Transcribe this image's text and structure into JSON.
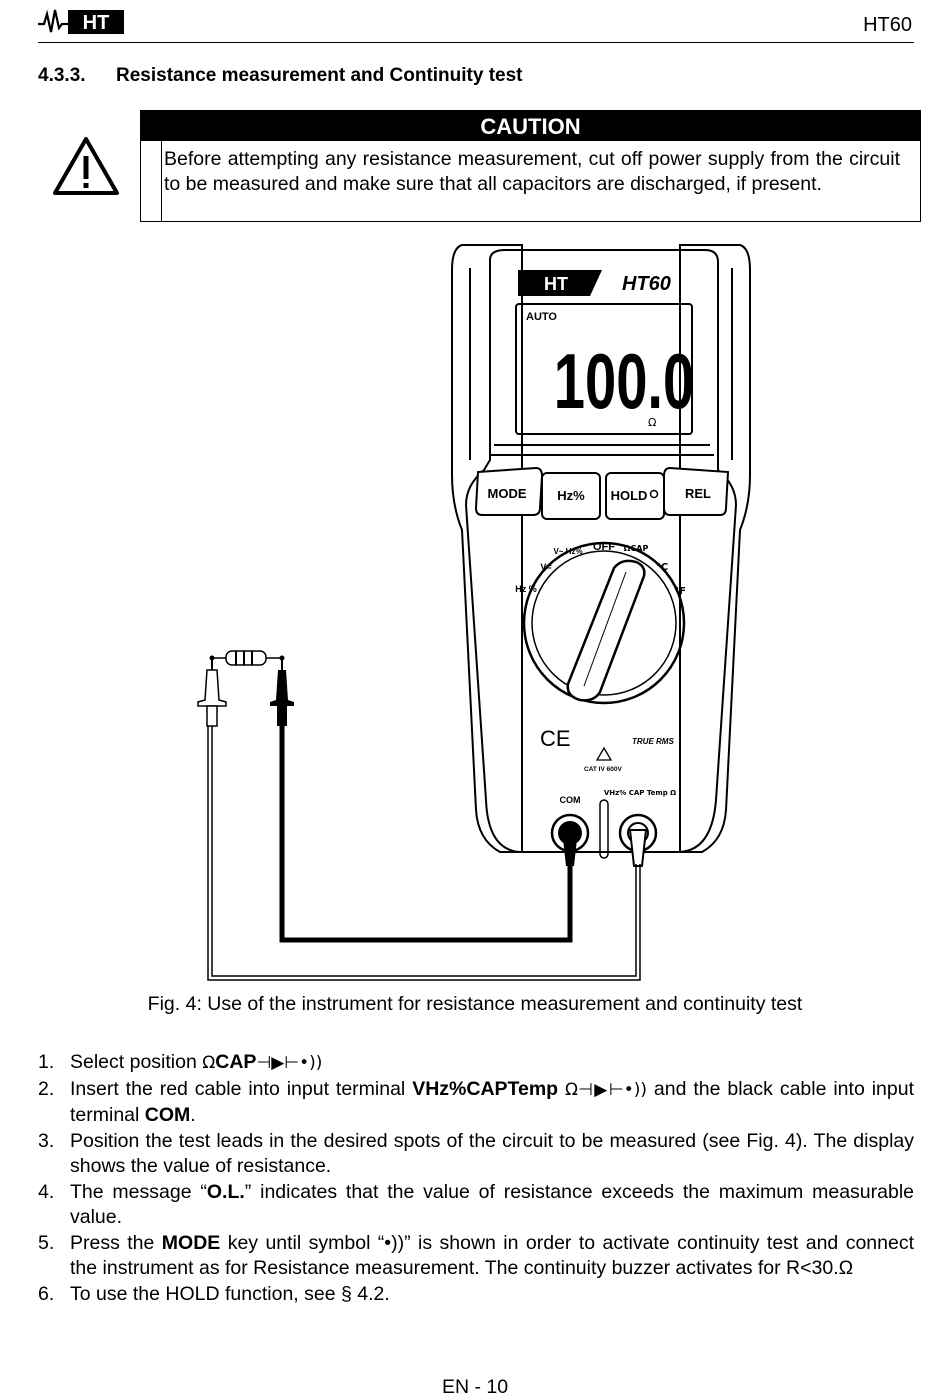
{
  "header": {
    "logo_text": "HT",
    "model": "HT60"
  },
  "section": {
    "number": "4.3.3.",
    "title": "Resistance measurement and Continuity test"
  },
  "caution": {
    "heading": "CAUTION",
    "text": "Before attempting any resistance measurement, cut off power supply from the circuit to be measured and make sure that all capacitors are discharged, if present."
  },
  "figure": {
    "meter": {
      "brand": "HT",
      "model": "HT60",
      "display_mode": "AUTO",
      "display_value": "100.0",
      "display_unit": "Ω",
      "buttons": [
        "MODE",
        "Hz%",
        "HOLD",
        "REL"
      ],
      "dial_positions": [
        "OFF",
        "V~ Hz%",
        "V=",
        "Hz %",
        "ΩCAP",
        "°C",
        "°F"
      ],
      "marks": [
        "CE",
        "TRUE RMS",
        "CAT IV 600V"
      ],
      "terminals": [
        "COM",
        "VHz% CAP Temp Ω"
      ]
    },
    "caption": "Fig. 4: Use of the instrument for resistance measurement and continuity test"
  },
  "steps": [
    {
      "n": "1.",
      "t1": "Select position ",
      "sym1": "Ω",
      "b1": "CAP",
      "sym2": "⊣▶⊢•))",
      "t2": "",
      "b2": "",
      "t3": ""
    },
    {
      "n": "2.",
      "t1": "Insert the red cable into input terminal ",
      "sym1": "",
      "b1": "VHz%CAPTemp",
      "sym2": " Ω⊣▶⊢•))",
      "t2": " and the black cable into input terminal ",
      "b2": "COM",
      "t3": "."
    },
    {
      "n": "3.",
      "t1": "Position the test leads in the desired spots of the circuit to be measured (see Fig. 4). The display shows the value of resistance.",
      "sym1": "",
      "b1": "",
      "sym2": "",
      "t2": "",
      "b2": "",
      "t3": ""
    },
    {
      "n": "4.",
      "t1": "The message “",
      "sym1": "",
      "b1": "O.L.",
      "sym2": "",
      "t2": "” indicates that the value of resistance exceeds the maximum measurable value.",
      "b2": "",
      "t3": ""
    },
    {
      "n": "5.",
      "t1": "Press the ",
      "sym1": "",
      "b1": "MODE",
      "sym2": "",
      "t2": " key until symbol “•))” is shown in order to activate continuity test and connect the instrument as for Resistance measurement. The continuity buzzer activates for R<30.Ω",
      "b2": "",
      "t3": ""
    },
    {
      "n": "6.",
      "t1": "To use the HOLD function, see § 4.2.",
      "sym1": "",
      "b1": "",
      "sym2": "",
      "t2": "",
      "b2": "",
      "t3": ""
    }
  ],
  "footer": {
    "page": "EN - 10"
  }
}
